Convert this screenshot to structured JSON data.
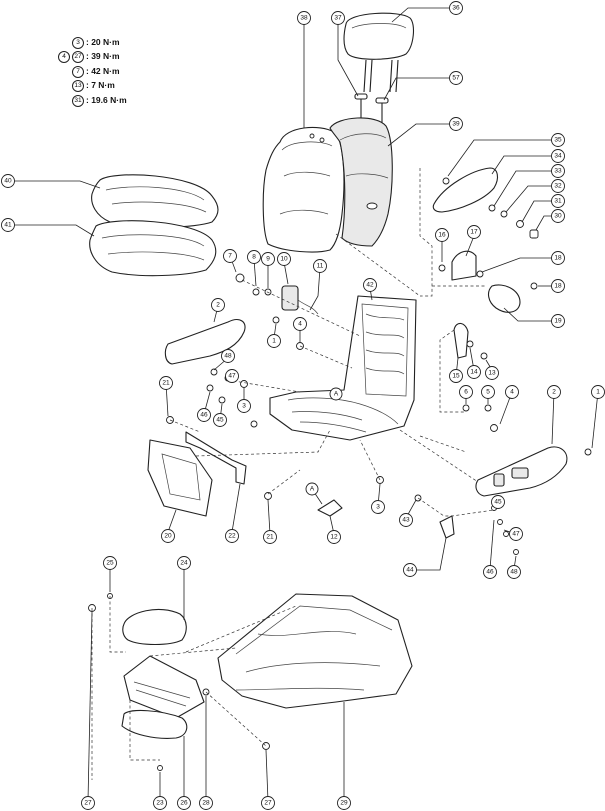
{
  "torque_specs": [
    {
      "callouts": [
        "3"
      ],
      "value": ": 20 N·m"
    },
    {
      "callouts": [
        "4",
        "27"
      ],
      "value": ": 39 N·m"
    },
    {
      "callouts": [
        "7"
      ],
      "value": ": 42 N·m"
    },
    {
      "callouts": [
        "13"
      ],
      "value": ": 7 N·m"
    },
    {
      "callouts": [
        "31"
      ],
      "value": ": 19.6 N·m"
    }
  ],
  "callouts": [
    "36",
    "37",
    "57",
    "38",
    "39",
    "35",
    "34",
    "33",
    "32",
    "31",
    "30",
    "40",
    "41",
    "7",
    "8",
    "9",
    "10",
    "11",
    "16",
    "17",
    "18",
    "18",
    "19",
    "42",
    "2",
    "1",
    "4",
    "48",
    "47",
    "21",
    "46",
    "3",
    "45",
    "15",
    "14",
    "13",
    "6",
    "5",
    "4",
    "2",
    "1",
    "A",
    "A",
    "3",
    "43",
    "45",
    "47",
    "46",
    "48",
    "44",
    "20",
    "22",
    "21",
    "12",
    "25",
    "24",
    "27",
    "23",
    "26",
    "28",
    "27",
    "29"
  ],
  "colors": {
    "line": "#222222",
    "background": "#ffffff",
    "part_fill": "#e9e9e9"
  }
}
